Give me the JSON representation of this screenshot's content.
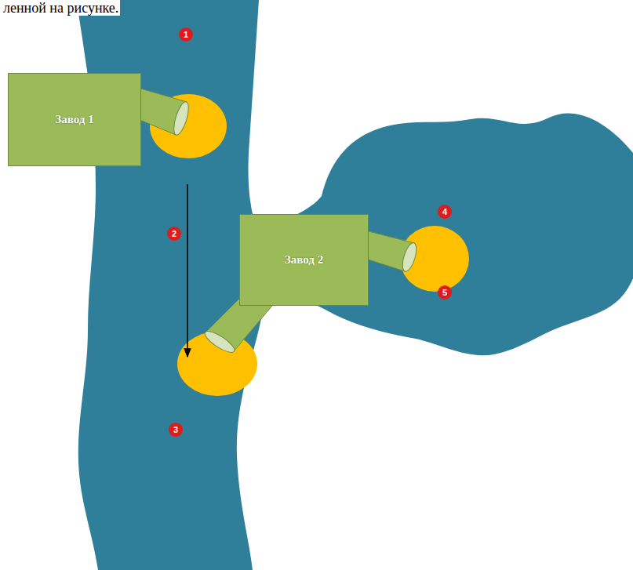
{
  "diagram": {
    "nodes": [
      {
        "text": [
          "Завод 1"
        ]
      },
      {
        "text": [
          "Завод 2"
        ]
      }
    ],
    "labels": [
      "ленной на рисунке.",
      "1",
      "2",
      "3",
      "4",
      "5"
    ]
  }
}
